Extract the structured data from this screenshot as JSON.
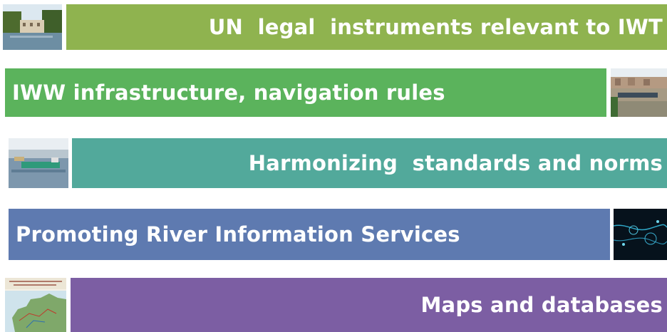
{
  "slide": {
    "bands": [
      {
        "label": "UN  legal  instruments relevant to IWT",
        "color": "#8fb34f"
      },
      {
        "label": "IWW infrastructure, navigation rules",
        "color": "#5bb35c"
      },
      {
        "label": "Harmonizing  standards and norms",
        "color": "#52a99b"
      },
      {
        "label": "Promoting River Information Services",
        "color": "#5e7ab0"
      },
      {
        "label": "Maps and databases",
        "color": "#7c5ea3"
      }
    ],
    "thumbnails": [
      {
        "icon": "canal-town-photo"
      },
      {
        "icon": "river-city-barge-photo"
      },
      {
        "icon": "river-barges-photo"
      },
      {
        "icon": "digital-network-image"
      },
      {
        "icon": "europe-waterways-map"
      }
    ]
  }
}
